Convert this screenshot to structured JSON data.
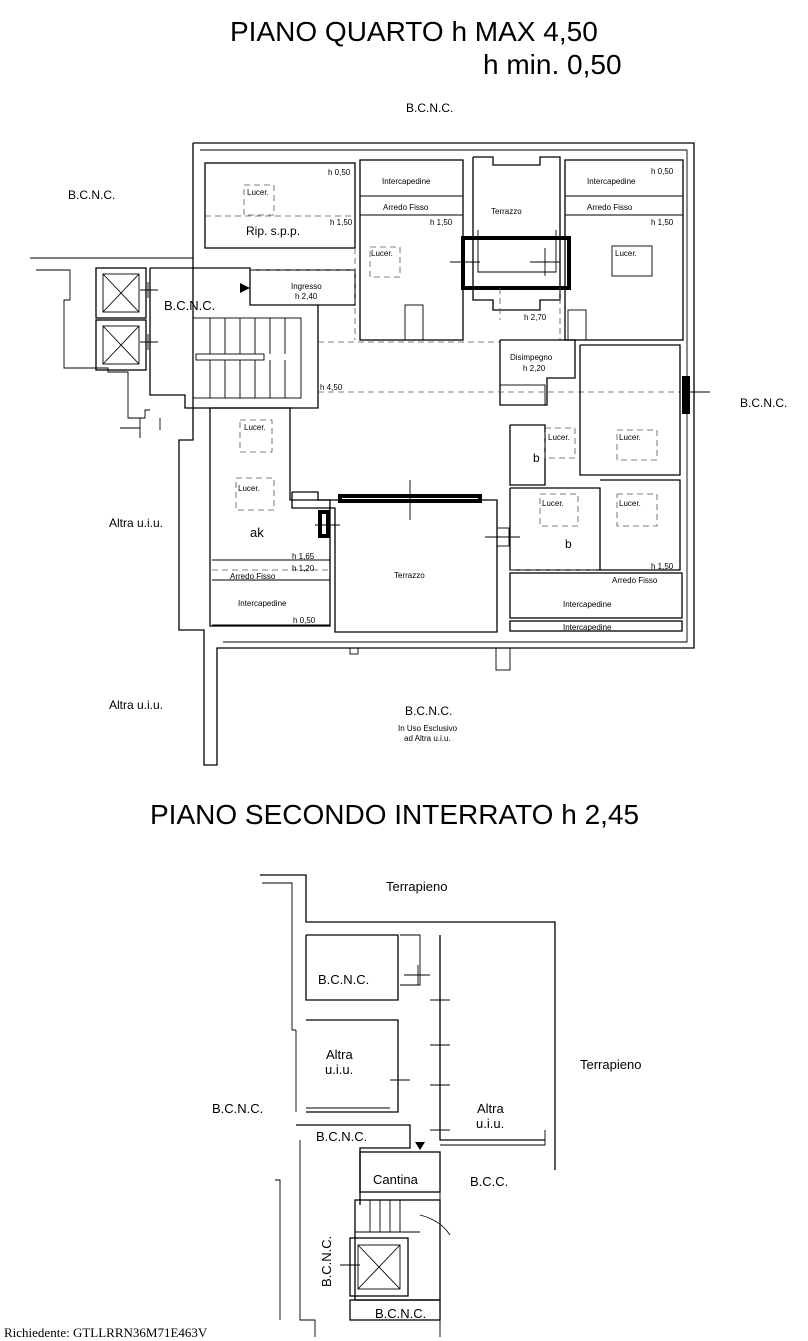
{
  "titles": {
    "upper_line1": "PIANO QUARTO h MAX 4,50",
    "upper_line2": "h min. 0,50",
    "lower": "PIANO SECONDO INTERRATO h 2,45"
  },
  "upper_plan": {
    "bcnc": "B.C.N.C.",
    "altra": "Altra u.i.u.",
    "lucer": "Lucer.",
    "rip": "Rip. s.p.p.",
    "intercapedine": "Intercapedine",
    "arredo": "Arredo Fisso",
    "terrazzo": "Terrazzo",
    "ingresso": "Ingresso",
    "ingresso_h": "h 2,40",
    "disimpegno": "Disimpegno",
    "disimpegno_h": "h 2,20",
    "h050": "h 0,50",
    "h150": "h 1,50",
    "h270": "h 2,70",
    "h450": "h 4,50",
    "h165": "h 1,65",
    "h120": "h 1,20",
    "ak": "ak",
    "b": "b",
    "uso_line1": "In Uso Esclusivo",
    "uso_line2": "ad Altra u.i.u."
  },
  "lower_plan": {
    "terrapieno": "Terrapieno",
    "bcnc": "B.C.N.C.",
    "altra_line1": "Altra",
    "altra_line2": "u.i.u.",
    "cantina": "Cantina",
    "bcc": "B.C.C."
  },
  "footer": "Richiedente: GTLLRRN36M71E463V"
}
